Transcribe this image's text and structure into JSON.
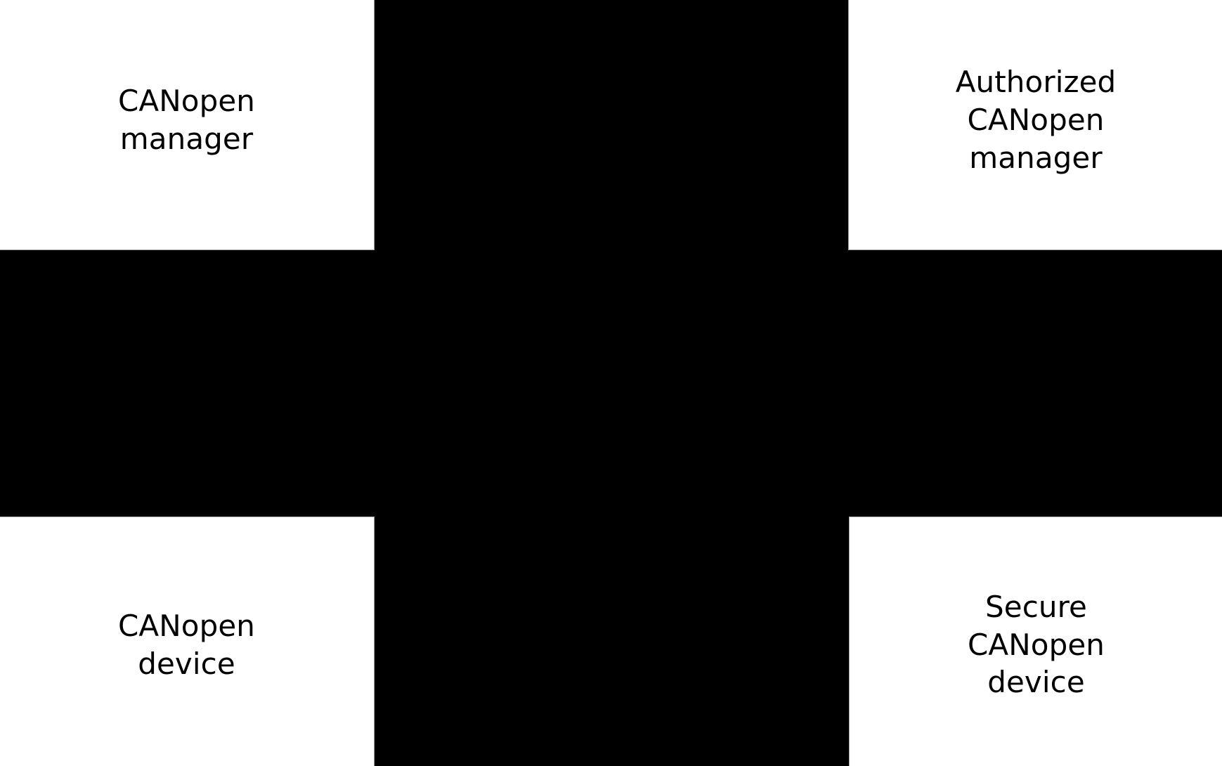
{
  "diagram": {
    "background_color": "#000000",
    "box_fill_color": "#ffffff",
    "box_border_color": "#a6a6a6",
    "text_color": "#000000",
    "nodes": [
      {
        "id": "canopen-manager",
        "label": "CANopen\nmanager",
        "position": "top-left"
      },
      {
        "id": "authorized-canopen-manager",
        "label": "Authorized\nCANopen\nmanager",
        "position": "top-right"
      },
      {
        "id": "canopen-device",
        "label": "CANopen\ndevice",
        "position": "bottom-left"
      },
      {
        "id": "secure-canopen-device",
        "label": "Secure\nCANopen\ndevice",
        "position": "bottom-right"
      }
    ]
  }
}
